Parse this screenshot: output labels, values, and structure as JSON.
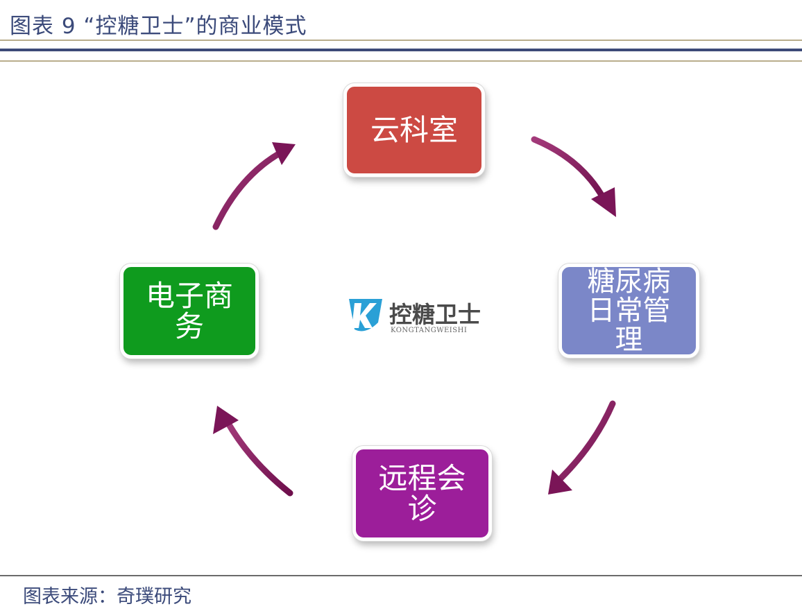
{
  "figure": {
    "title": "图表 9 “控糖卫士”的商业模式",
    "source": "图表来源：奇璞研究"
  },
  "diagram": {
    "center_logo": {
      "text": "控糖卫士",
      "subtitle": "KONGTANGWEISHI"
    },
    "nodes": {
      "top": {
        "label": "云科室",
        "color": "#cc4a43"
      },
      "right": {
        "label": "糖尿病\n日常管\n理",
        "color": "#7b87c8"
      },
      "bottom": {
        "label": "远程会\n诊",
        "color": "#9c1e9a"
      },
      "left": {
        "label": "电子商\n务",
        "color": "#0f9b1e"
      }
    },
    "arrow_color": "#7a1557",
    "flow": [
      "云科室",
      "糖尿病日常管理",
      "远程会诊",
      "电子商务"
    ]
  }
}
